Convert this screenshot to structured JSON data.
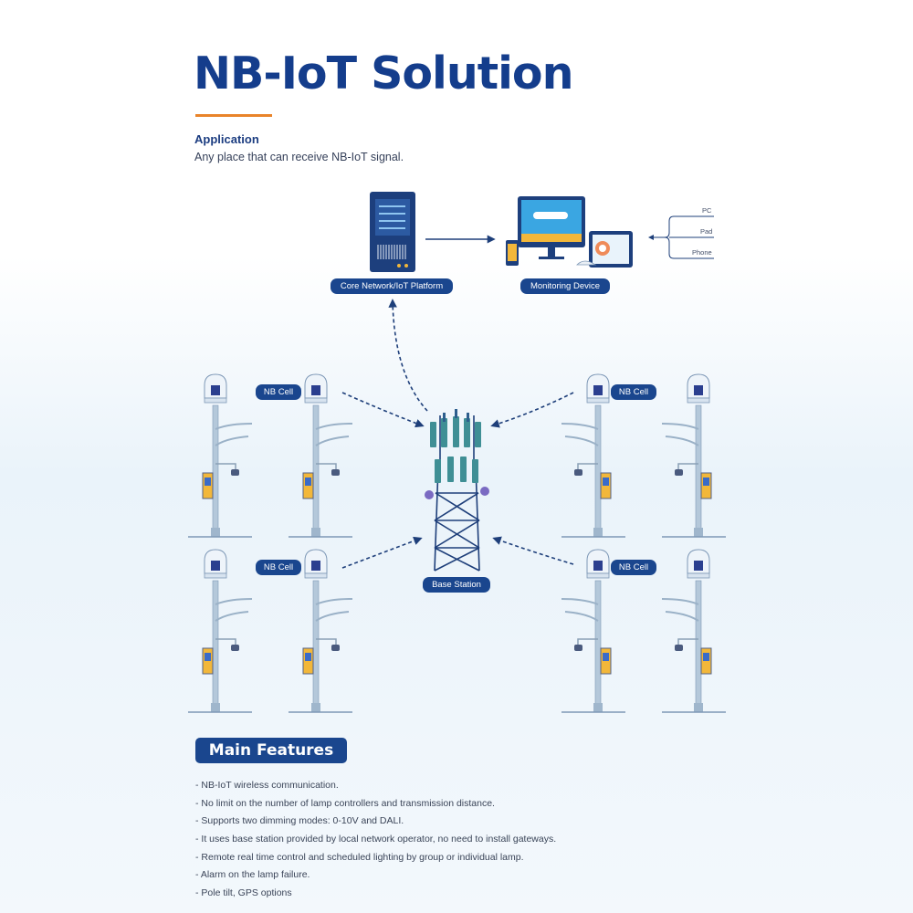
{
  "title": "NB-IoT Solution",
  "application": {
    "heading": "Application",
    "text": "Any place that can receive NB-IoT signal."
  },
  "diagram": {
    "core_label": "Core Network/IoT Platform",
    "monitor_label": "Monitoring Device",
    "base_label": "Base Station",
    "cell_label": "NB Cell",
    "client_labels": [
      "PC",
      "Pad",
      "Phone"
    ]
  },
  "features": {
    "heading": "Main Features",
    "items": [
      "- NB-IoT wireless communication.",
      "- No limit on the number of lamp controllers and transmission distance.",
      "- Supports two dimming modes: 0-10V and DALI.",
      "- It uses base station provided by local network operator, no need to install gateways.",
      "- Remote real time control and scheduled lighting by group or individual lamp.",
      "- Alarm on the lamp failure.",
      "- Pole tilt, GPS options"
    ]
  },
  "colors": {
    "brand_blue": "#1a468e",
    "title_blue": "#143d8c",
    "accent_orange": "#e9842a",
    "screen_blue": "#3aa6e2",
    "tower_teal": "#3f8f95",
    "arrow_navy": "#1e3f7a"
  }
}
